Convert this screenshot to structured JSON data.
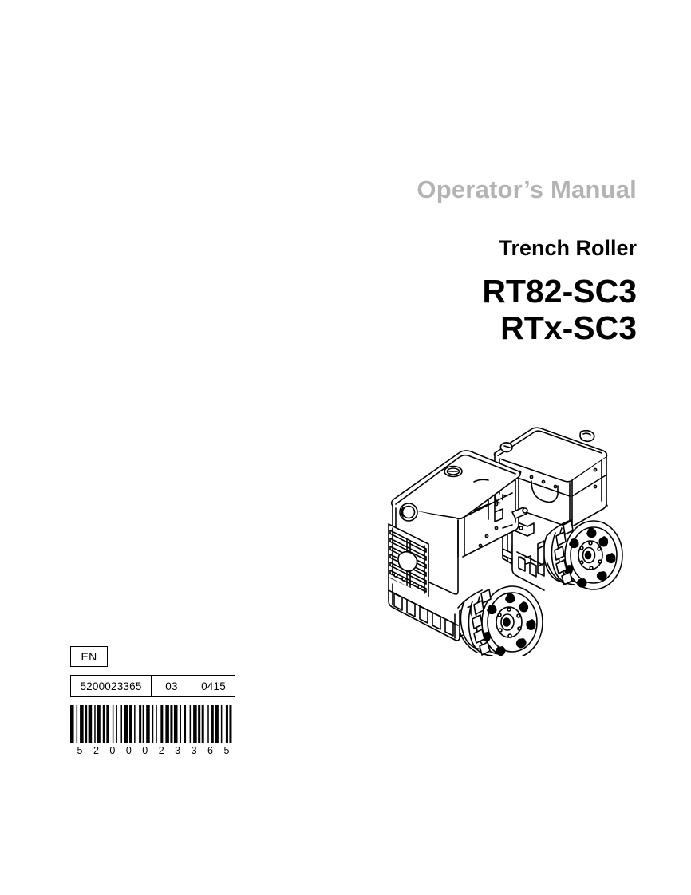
{
  "document": {
    "kicker": "Operator’s Manual",
    "product_type": "Trench Roller",
    "model_primary": "RT82-SC3",
    "model_secondary": "RTx-SC3",
    "kicker_color": "#b3b3b3",
    "text_color": "#000000"
  },
  "illustration": {
    "name": "trench-roller-line-drawing",
    "description": "Isometric line drawing of an articulated trench roller with two padfoot drums"
  },
  "label": {
    "language_code": "EN",
    "part_number": "5200023365",
    "revision": "03",
    "date_code": "0415",
    "barcode": {
      "digits": [
        "5",
        "2",
        "0",
        "0",
        "0",
        "2",
        "3",
        "3",
        "6",
        "5"
      ],
      "human_readable": "5200023365",
      "pattern": [
        3,
        2,
        1,
        2,
        3,
        1,
        2,
        1,
        3,
        2,
        1,
        1,
        3,
        2,
        2,
        1,
        2,
        3,
        1,
        2,
        1,
        3,
        1,
        2,
        3,
        1,
        2,
        2,
        1,
        3,
        2,
        1,
        1,
        2,
        3,
        2,
        1,
        2,
        1,
        3,
        2,
        2,
        3,
        1,
        2,
        1,
        3,
        2,
        1,
        2,
        2,
        3,
        1,
        2,
        3,
        1,
        2,
        1,
        2,
        3,
        1,
        2,
        2,
        1,
        3,
        2,
        1,
        3,
        2,
        1,
        2,
        3
      ]
    }
  }
}
